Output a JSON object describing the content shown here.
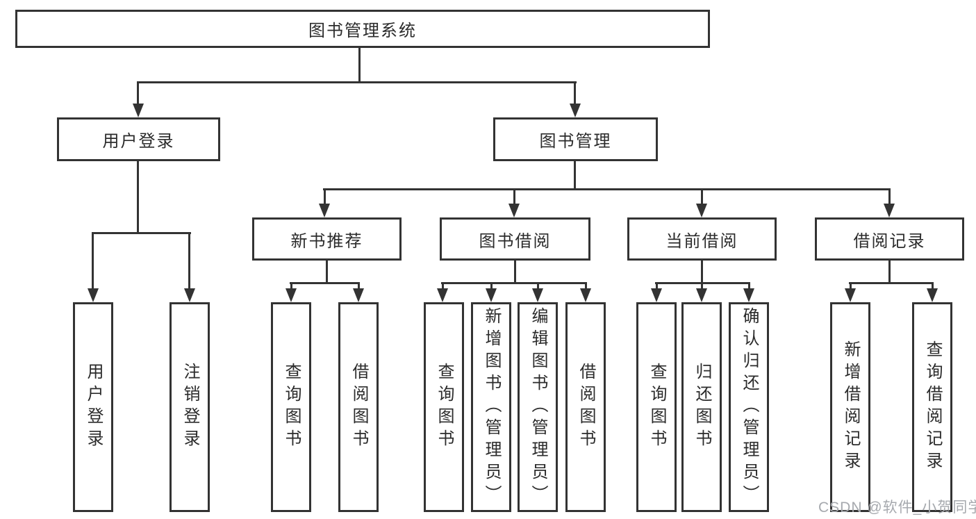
{
  "diagram": {
    "title": "图书管理系统",
    "nodes": {
      "root": "图书管理系统",
      "user_login": "用户登录",
      "book_mgmt": "图书管理",
      "new_books": "新书推荐",
      "book_borrow": "图书借阅",
      "current_borrow": "当前借阅",
      "borrow_records": "借阅记录",
      "leaves": {
        "user_login": [
          "用户登录",
          "注销登录"
        ],
        "new_books": [
          "查询图书",
          "借阅图书"
        ],
        "book_borrow": [
          "查询图书",
          "新增图书（管理员）",
          "编辑图书（管理员）",
          "借阅图书"
        ],
        "current_borrow": [
          "查询图书",
          "归还图书",
          "确认归还（管理员）"
        ],
        "borrow_records": [
          "新增借阅记录",
          "查询借阅记录"
        ]
      }
    },
    "colors": {
      "line": "#333333",
      "text": "#2b2b2b",
      "background": "#ffffff",
      "watermark": "#a6a9ae"
    }
  },
  "watermark": "CSDN @软件_小贺同学"
}
